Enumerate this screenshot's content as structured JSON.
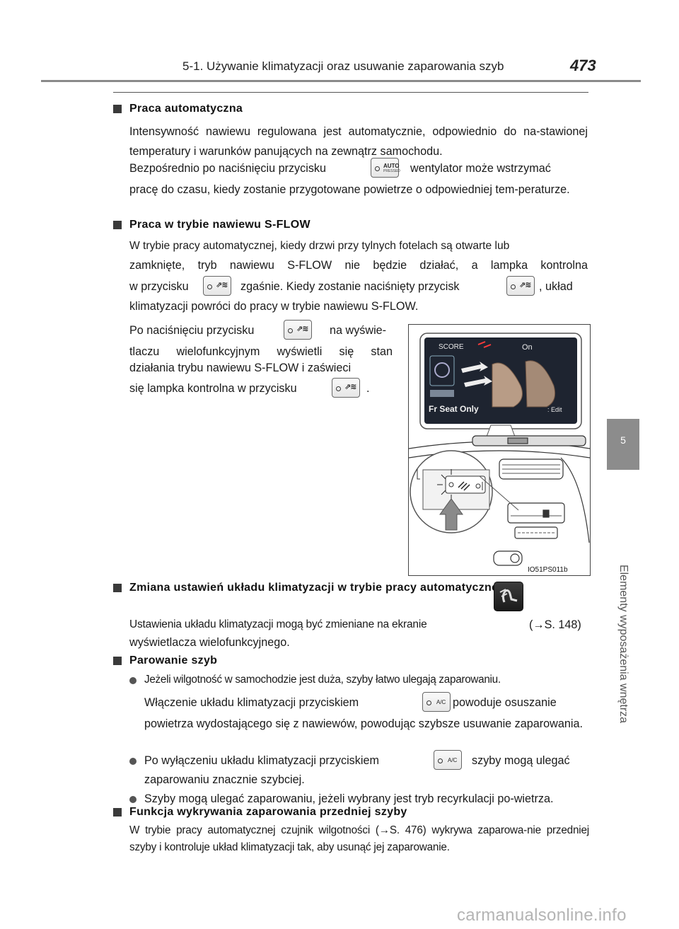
{
  "header": {
    "title": "5-1. Używanie klimatyzacji oraz usuwanie zaparowania szyb",
    "page_number": "473"
  },
  "side_tab": {
    "number": "5",
    "label": "Elementy wyposażenia wnętrza"
  },
  "sections": {
    "auto": {
      "title": "Praca automatyczna",
      "p1": "Intensywność nawiewu regulowana jest automatycznie, odpowiednio do na-stawionej temperatury i warunków panujących na zewnątrz samochodu.",
      "p2_before": "Bezpośrednio po naciśnięciu przycisku",
      "p2_after": "wentylator może wstrzymać",
      "p2_rest": "pracę do czasu, kiedy zostanie przygotowane powietrze o odpowiedniej tem-peraturze."
    },
    "sflow": {
      "title": "Praca w trybie nawiewu S-FLOW",
      "l1": "W trybie pracy automatycznej, kiedy drzwi przy tylnych fotelach są otwarte lub",
      "l2": "zamknięte, tryb nawiewu S-FLOW nie będzie działać, a lampka kontrolna",
      "l3a": "w przycisku",
      "l3b": "zgaśnie. Kiedy zostanie naciśnięty przycisk",
      "l3c": ", układ",
      "l4": "klimatyzacji powróci do pracy w trybie nawiewu S-FLOW.",
      "l5a": "Po naciśnięciu przycisku",
      "l5b": "na wyświe-",
      "l6": "tlaczu wielofunkcyjnym wyświetli się stan",
      "l7": "działania trybu nawiewu S-FLOW i zaświeci",
      "l8a": "się lampka kontrolna w przycisku",
      "l8b": "."
    },
    "change": {
      "title": "Zmiana ustawień układu klimatyzacji w trybie pracy automatycznej",
      "l1a": "Ustawienia układu klimatyzacji mogą być zmieniane na ekranie",
      "l1b": "(→S. 148)",
      "l2": "wyświetlacza wielofunkcyjnego."
    },
    "fog": {
      "title": "Parowanie szyb",
      "b1": "Jeżeli wilgotność w samochodzie jest duża, szyby łatwo ulegają zaparowaniu.",
      "b1_l2a": "Włączenie układu klimatyzacji przyciskiem",
      "b1_l2b": "powoduje osuszanie",
      "b1_l3": "powietrza wydostającego się z nawiewów, powodując szybsze usuwanie zaparowania.",
      "b2a": "Po wyłączeniu układu klimatyzacji przyciskiem",
      "b2b": "szyby mogą ulegać",
      "b2_l2": "zaparowaniu znacznie szybciej.",
      "b3": "Szyby mogą ulegać zaparowaniu, jeżeli wybrany jest tryb recyrkulacji po-wietrza."
    },
    "detect": {
      "title": "Funkcja wykrywania zaparowania przedniej szyby",
      "text": "W trybie pracy automatycznej czujnik wilgotności (→S. 476) wykrywa zaparowa-nie przedniej szyby i kontroluje układ klimatyzacji tak, aby usunąć jej zaparowanie."
    }
  },
  "buttons": {
    "auto_top": "AUTO",
    "auto_bottom": "PRESSED",
    "sflow_glyph": "⇗≋",
    "ac": "A/C"
  },
  "figure": {
    "screen_score": "SCORE",
    "screen_on": "On",
    "screen_fr_seat": "Fr Seat Only",
    "screen_edit": ": Edit",
    "code": "IO51PS011b"
  },
  "watermark": "carmanualsonline.info",
  "colors": {
    "tab_gray": "#8c8c8c",
    "screen_bg": "#1e2430",
    "screen_accent": "#ff3b3b",
    "arrow_gray": "#8a8a8a"
  }
}
